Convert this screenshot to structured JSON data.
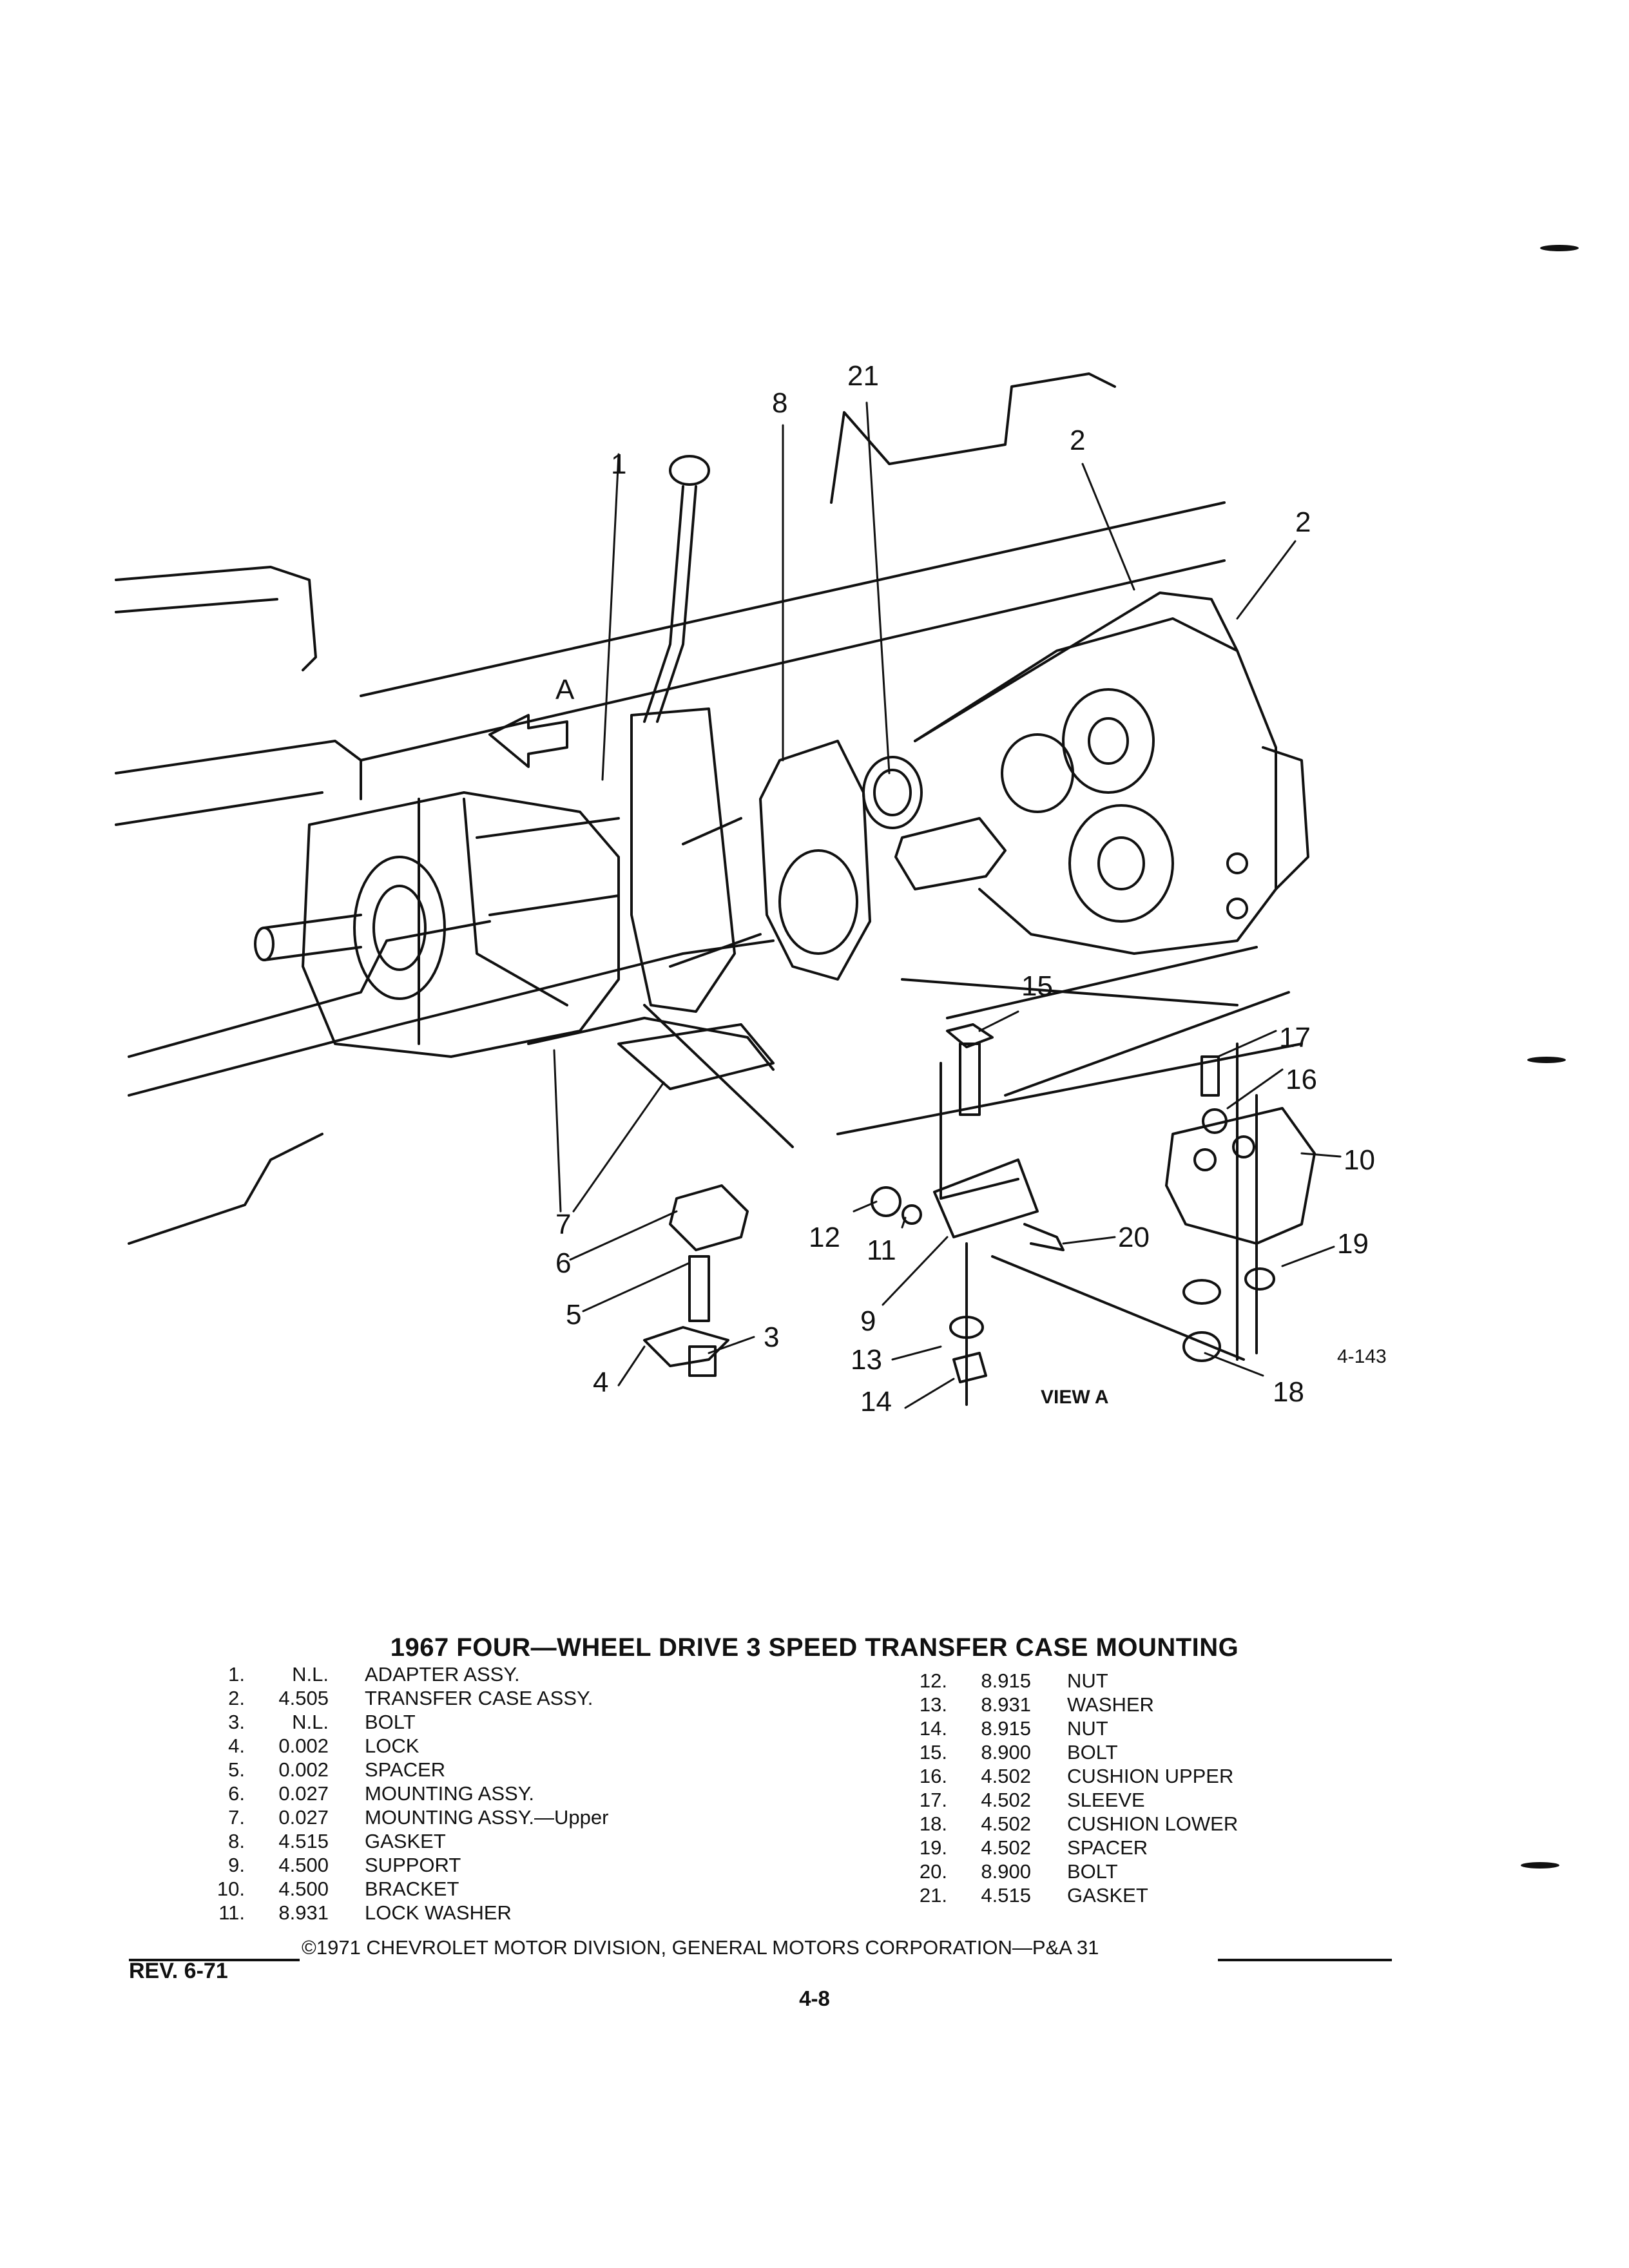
{
  "diagram": {
    "callouts": [
      "21",
      "8",
      "1",
      "2",
      "2",
      "A",
      "15",
      "17",
      "16",
      "10",
      "19",
      "20",
      "12",
      "11",
      "9",
      "7",
      "6",
      "5",
      "3",
      "4",
      "13",
      "14",
      "18"
    ],
    "figure_code": "4-143",
    "view_label": "VIEW A"
  },
  "title": "1967 FOUR—WHEEL DRIVE 3 SPEED TRANSFER CASE MOUNTING",
  "parts_left": [
    {
      "num": "1.",
      "code": "N.L.",
      "name": "ADAPTER ASSY."
    },
    {
      "num": "2.",
      "code": "4.505",
      "name": "TRANSFER CASE ASSY."
    },
    {
      "num": "3.",
      "code": "N.L.",
      "name": "BOLT"
    },
    {
      "num": "4.",
      "code": "0.002",
      "name": "LOCK"
    },
    {
      "num": "5.",
      "code": "0.002",
      "name": "SPACER"
    },
    {
      "num": "6.",
      "code": "0.027",
      "name": "MOUNTING ASSY."
    },
    {
      "num": "7.",
      "code": "0.027",
      "name": "MOUNTING ASSY.—Upper"
    },
    {
      "num": "8.",
      "code": "4.515",
      "name": "GASKET"
    },
    {
      "num": "9.",
      "code": "4.500",
      "name": "SUPPORT"
    },
    {
      "num": "10.",
      "code": "4.500",
      "name": "BRACKET"
    },
    {
      "num": "11.",
      "code": "8.931",
      "name": "LOCK WASHER"
    }
  ],
  "parts_right": [
    {
      "num": "12.",
      "code": "8.915",
      "name": "NUT"
    },
    {
      "num": "13.",
      "code": "8.931",
      "name": "WASHER"
    },
    {
      "num": "14.",
      "code": "8.915",
      "name": "NUT"
    },
    {
      "num": "15.",
      "code": "8.900",
      "name": "BOLT"
    },
    {
      "num": "16.",
      "code": "4.502",
      "name": "CUSHION UPPER"
    },
    {
      "num": "17.",
      "code": "4.502",
      "name": "SLEEVE"
    },
    {
      "num": "18.",
      "code": "4.502",
      "name": "CUSHION LOWER"
    },
    {
      "num": "19.",
      "code": "4.502",
      "name": "SPACER"
    },
    {
      "num": "20.",
      "code": "8.900",
      "name": "BOLT"
    },
    {
      "num": "21.",
      "code": "4.515",
      "name": "GASKET"
    }
  ],
  "footer": {
    "copyright": "©1971 CHEVROLET MOTOR DIVISION, GENERAL MOTORS CORPORATION—P&A 31",
    "revision": "REV. 6-71",
    "page_number": "4-8"
  }
}
